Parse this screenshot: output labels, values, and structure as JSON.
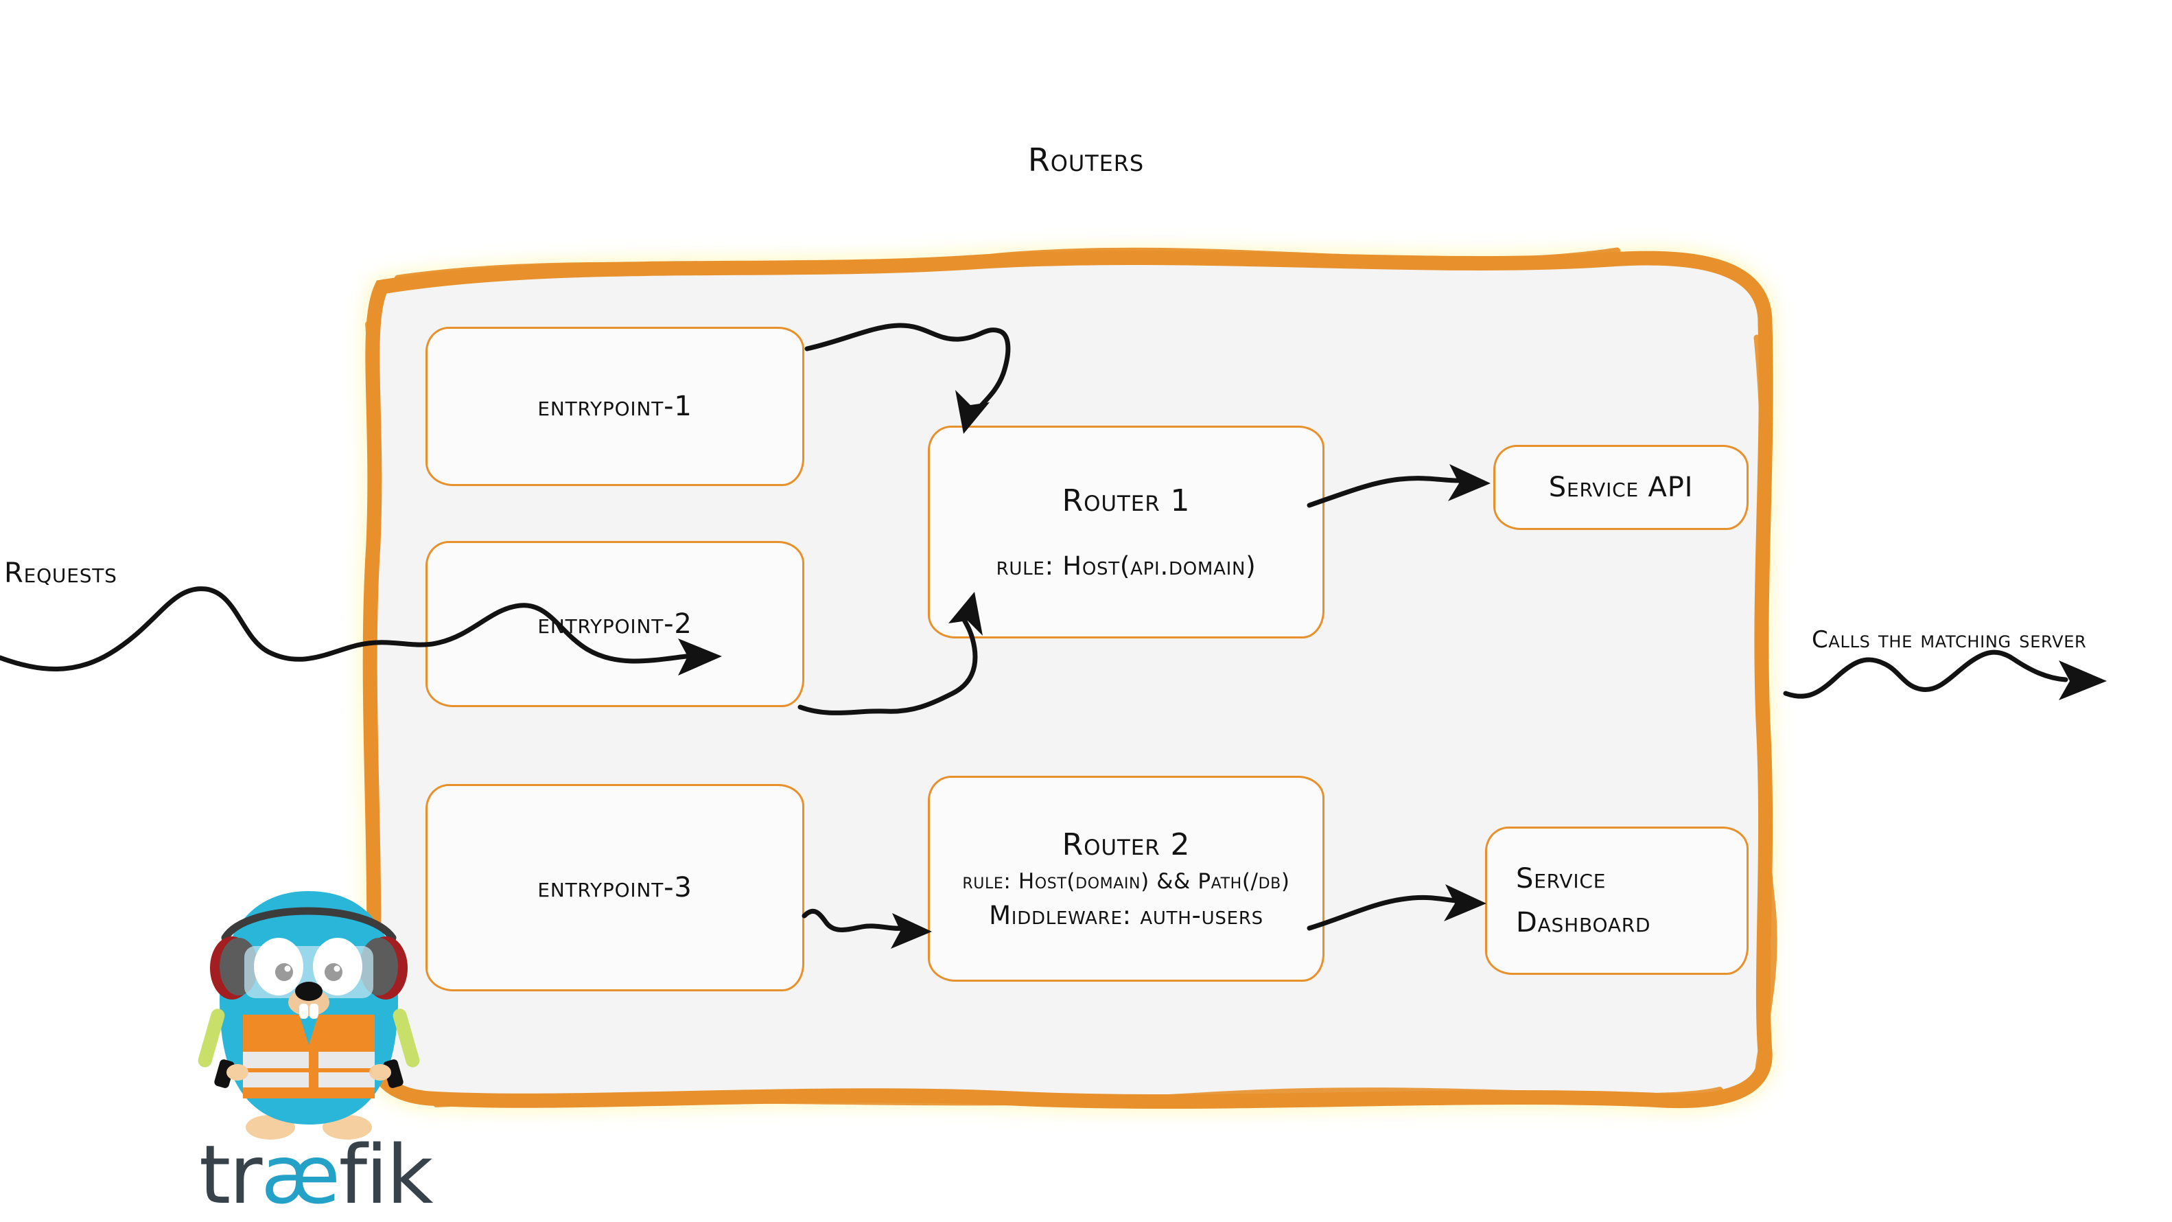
{
  "title": "Routers",
  "colors": {
    "accent_orange": "#E8902B",
    "panel_fill": "#F4F4F4",
    "box_fill": "#FBFBFB",
    "ink": "#121212",
    "gopher_body": "#29B6D8",
    "gopher_vest": "#F08A24",
    "logo_dark": "#37424A",
    "logo_cyan": "#24A1C6"
  },
  "side_labels": {
    "incoming": "Requests",
    "outgoing": "Calls the matching server"
  },
  "entrypoints": [
    {
      "label": "entrypoint-1"
    },
    {
      "label": "entrypoint-2"
    },
    {
      "label": "entrypoint-3"
    }
  ],
  "routers": [
    {
      "title": "Router 1",
      "rule": "rule: Host(api.domain)",
      "middleware": ""
    },
    {
      "title": "Router 2",
      "rule": "rule: Host(domain) && Path(/db)",
      "middleware": "Middleware: auth-users"
    }
  ],
  "services": [
    {
      "label": "Service API"
    },
    {
      "label_line1": "Service",
      "label_line2": "Dashboard"
    }
  ],
  "logo": {
    "text_part1": "tr",
    "text_ae": "æ",
    "text_part2": "fik",
    "icons": {
      "mascot": "gopher-mascot-icon",
      "headphones": "headphones-icon",
      "goggles": "goggles-icon",
      "safety_vest": "safety-vest-icon",
      "marshalling_wands": "marshalling-wand-icon"
    }
  },
  "arrows": [
    {
      "name": "entrypoint1-to-router1"
    },
    {
      "name": "entrypoint2-to-router1"
    },
    {
      "name": "entrypoint3-to-router2"
    },
    {
      "name": "router1-to-service-api"
    },
    {
      "name": "router2-to-service-dashboard"
    },
    {
      "name": "requests-into-routers"
    },
    {
      "name": "routers-to-servers"
    }
  ]
}
